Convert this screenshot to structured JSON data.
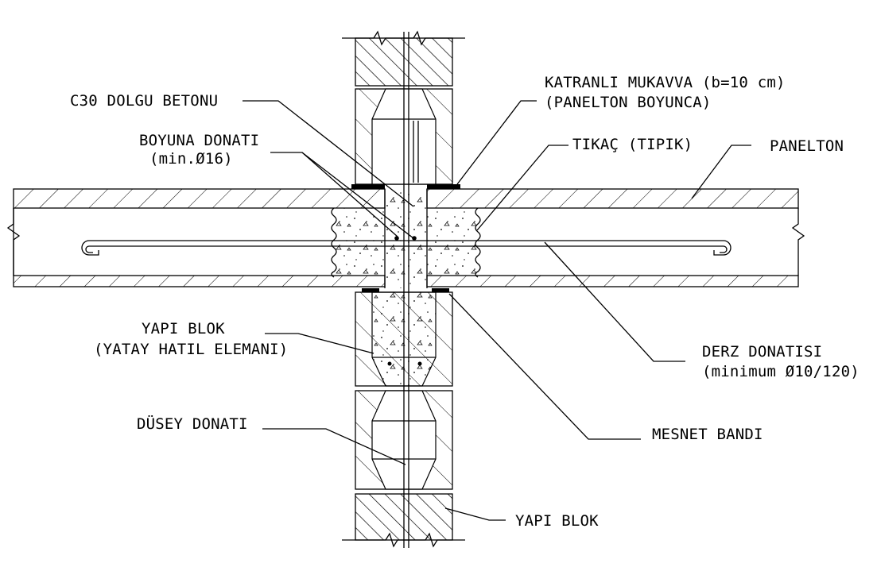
{
  "labels": {
    "c30": "C30 DOLGU BETONU",
    "boyuna1": "BOYUNA DONATI",
    "boyuna2": "(min.Ø16)",
    "katran1": "KATRANLI MUKAVVA (b=10 cm)",
    "katran2": "(PANELTON BOYUNCA)",
    "tikac": "TIKAÇ (TIPIK)",
    "panelton": "PANELTON",
    "yapiblok_hatil1": "YAPI BLOK",
    "yapiblok_hatil2": "(YATAY HATIL ELEMANI)",
    "derz1": "DERZ DONATISI",
    "derz2": "(minimum Ø10/120)",
    "dusey": "DÜSEY DONATI",
    "mesnet": "MESNET BANDI",
    "yapiblok": "YAPI BLOK"
  }
}
